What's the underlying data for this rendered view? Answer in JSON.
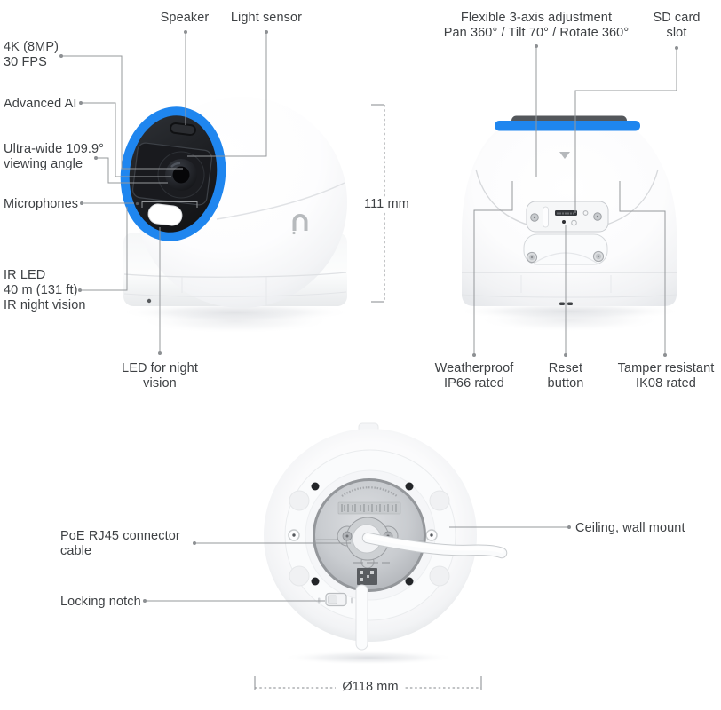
{
  "diagram": {
    "product": "Dome security camera feature diagram",
    "accent_blue": "#1f86ef",
    "views": {
      "front": {
        "labels": {
          "speaker": "Speaker",
          "light_sensor": "Light sensor",
          "resolution": "4K (8MP)\n30 FPS",
          "advanced_ai": "Advanced AI",
          "viewing_angle": "Ultra-wide 109.9°\nviewing angle",
          "microphones": "Microphones",
          "ir_led": "IR LED\n40 m (131 ft)\nIR night vision",
          "led_night_vision": "LED for night\nvision"
        }
      },
      "back": {
        "labels": {
          "axis_adjustment": "Flexible 3-axis adjustment\nPan 360° / Tilt 70° / Rotate 360°",
          "sd_card_slot": "SD card\nslot",
          "weatherproof": "Weatherproof\nIP66 rated",
          "reset_button": "Reset\nbutton",
          "tamper_resistant": "Tamper resistant\nIK08 rated"
        },
        "dimension_height": "111 mm"
      },
      "bottom": {
        "labels": {
          "poe_cable": "PoE RJ45 connector\ncable",
          "locking_notch": "Locking notch",
          "mount": "Ceiling, wall mount"
        },
        "dimension_diameter": "Ø118 mm"
      }
    }
  }
}
